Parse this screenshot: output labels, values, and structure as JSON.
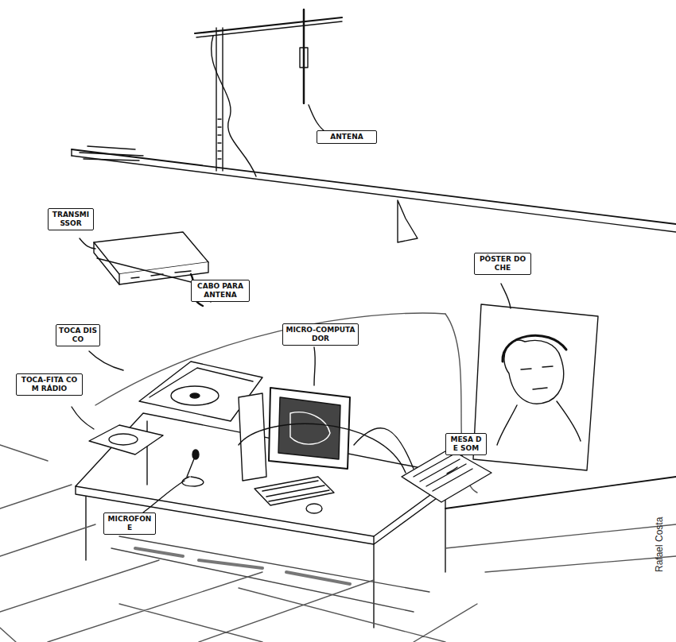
{
  "diagram": {
    "nodes": [
      {
        "text": [
          "ANTENA"
        ]
      },
      {
        "text": [
          "TRANSMISSOR"
        ]
      },
      {
        "text": [
          "PÔSTER DO CHE"
        ]
      },
      {
        "text": [
          "CABO PARA ANTENA"
        ]
      },
      {
        "text": [
          "MICRO-COMPUTADOR"
        ]
      },
      {
        "text": [
          "TOCA DISCO"
        ]
      },
      {
        "text": [
          "TOCA-FITA COM RÁDIO"
        ]
      },
      {
        "text": [
          "MESA DE SOM"
        ]
      },
      {
        "text": [
          "MICROFONE"
        ]
      }
    ],
    "labels": [
      "Rafael Costa"
    ]
  }
}
